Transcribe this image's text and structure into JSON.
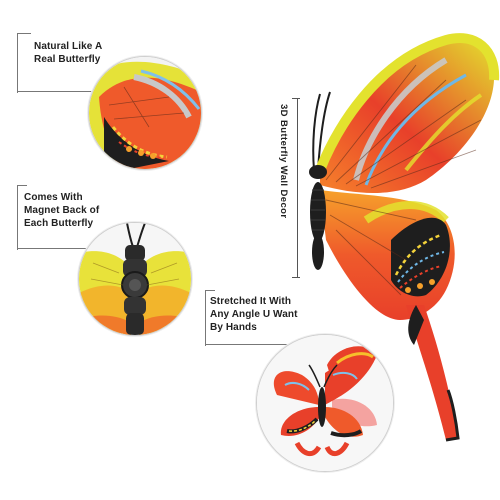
{
  "callouts": {
    "natural": {
      "line1": "Natural Like A",
      "line2": "Real Butterfly"
    },
    "magnet": {
      "line1": "Comes With",
      "line2": "Magnet Back of",
      "line3": "Each Butterfly"
    },
    "stretch": {
      "line1": "Stretched It With",
      "line2": "Any Angle U Want",
      "line3": "By Hands"
    }
  },
  "side_label": "3D Butterfly Wall Decor",
  "colors": {
    "wing_red": "#e8402a",
    "wing_orange": "#f6822b",
    "wing_yellow": "#e3e22e",
    "body_black": "#1e1e1e",
    "accent_blue": "#6fb7e6"
  },
  "icons": {
    "main": "butterfly-illustration",
    "detail_wing": "wing-closeup",
    "detail_magnet": "magnet-back-closeup",
    "detail_pair": "butterfly-pair"
  }
}
